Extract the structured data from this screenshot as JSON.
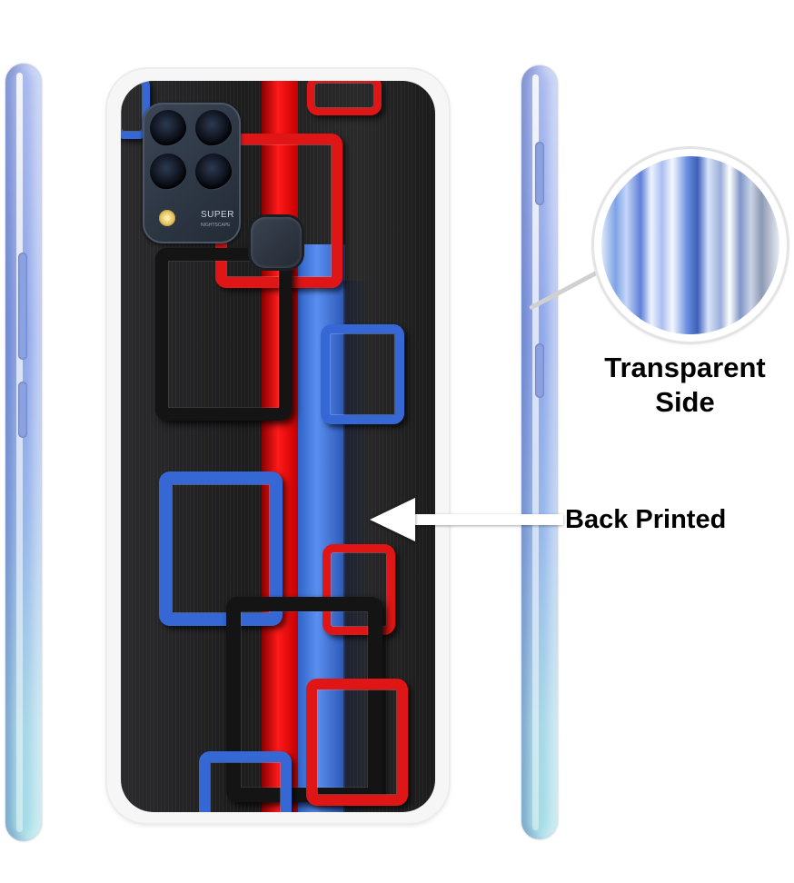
{
  "labels": {
    "transparent_line1": "Transparent",
    "transparent_line2": "Side",
    "back_printed": "Back Printed"
  },
  "camera_text": {
    "line1": "SUPER",
    "line2": "NIGHTSCAPE"
  },
  "colors": {
    "accent_red": "#e01515",
    "accent_blue": "#3568d4",
    "frame_blue": "#8ea6ea",
    "case_back": "#1d1d1e"
  }
}
